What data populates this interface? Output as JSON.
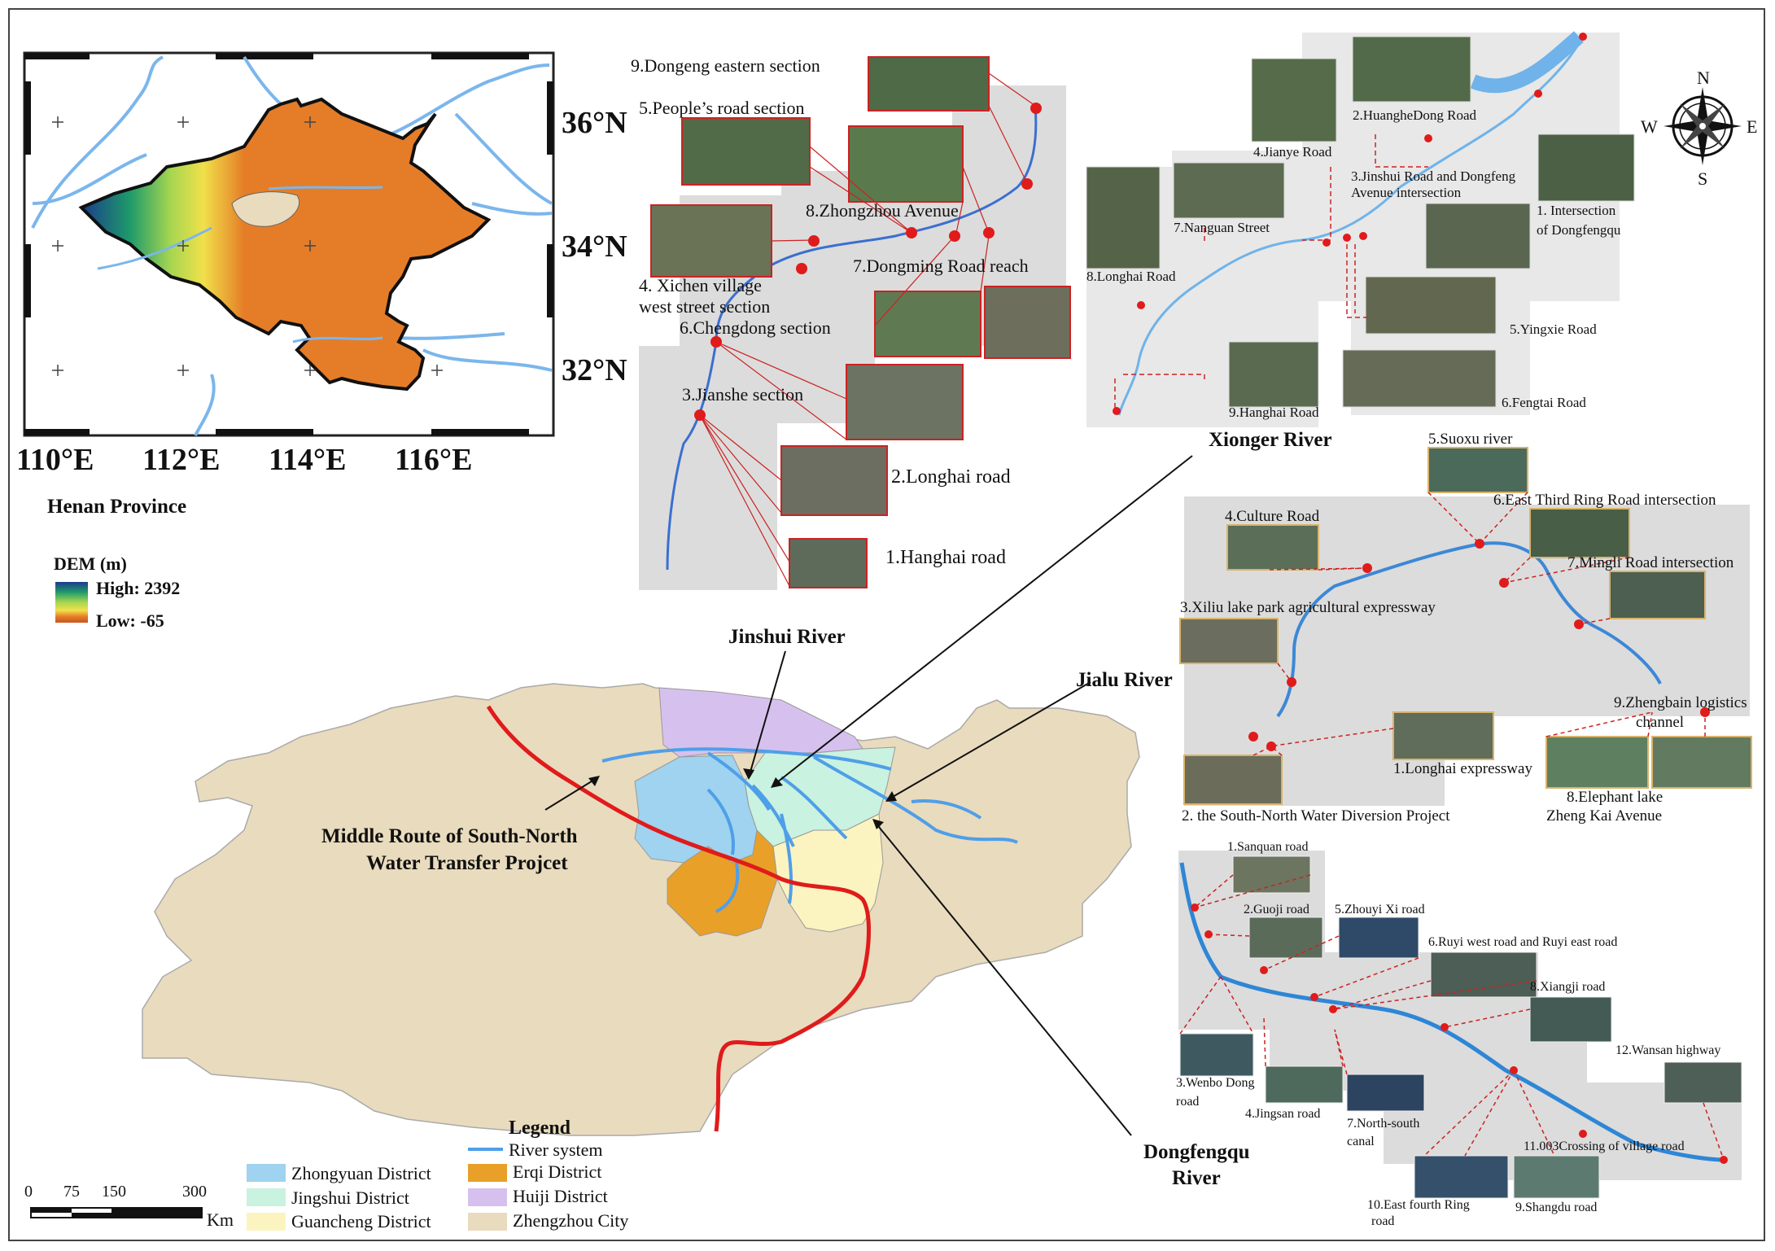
{
  "overview_map": {
    "lat_labels": [
      "36°N",
      "34°N",
      "32°N"
    ],
    "lon_labels": [
      "110°E",
      "112°E",
      "114°E",
      "116°E"
    ],
    "province_label": "Henan Province",
    "dem": {
      "title": "DEM (m)",
      "high": "High: 2392",
      "low": "Low: -65",
      "colors": [
        "#1a3c8c",
        "#1f9a6a",
        "#a7d651",
        "#f1e04a",
        "#e57d28",
        "#c9541c"
      ]
    }
  },
  "main_map": {
    "river_labels": {
      "jinshui": "Jinshui River",
      "jialu": "Jialu River",
      "middle_route": "Middle Route of South-North Water Transfer Projcet",
      "middle_route_line1": "Middle Route of South-North",
      "middle_route_line2": "Water Transfer Projcet",
      "xionger": "Xionger River",
      "dongfengqu": "Dongfengqu",
      "dongfengqu_line2": "River"
    },
    "colors": {
      "zhengzhou": "#e9dbbd",
      "zhongyuan": "#9fd3ef",
      "jingshui": "#c9f2e0",
      "guancheng": "#fbf4c0",
      "erqi": "#e8a028",
      "huiji": "#d6c1ee",
      "river": "#4f9fe8",
      "canal": "#e01b1b"
    }
  },
  "legend": {
    "title": "Legend",
    "river_system": "River system",
    "items": [
      {
        "label": "Zhongyuan District",
        "color": "#9fd3ef"
      },
      {
        "label": "Erqi District",
        "color": "#e8a028"
      },
      {
        "label": "Jingshui District",
        "color": "#c9f2e0"
      },
      {
        "label": "Huiji District",
        "color": "#d6c1ee"
      },
      {
        "label": "Guancheng District",
        "color": "#fbf4c0"
      },
      {
        "label": "Zhengzhou City",
        "color": "#e9dbbd"
      }
    ]
  },
  "scale_bar": {
    "ticks": [
      "0",
      "75",
      "150",
      "300"
    ],
    "unit": "Km"
  },
  "compass": {
    "n": "N",
    "s": "S",
    "e": "E",
    "w": "W"
  },
  "jinshui_panel": {
    "sites": [
      "9.Dongeng eastern section",
      "5.People’s road section",
      "8.Zhongzhou Avenue",
      "7.Dongming Road reach",
      "4. Xichen village",
      "west street section",
      "6.Chengdong section",
      "3.Jianshe section",
      "2.Longhai road",
      "1.Hanghai road"
    ]
  },
  "xionger_panel": {
    "sites": [
      "2.HuangheDong Road",
      "4.Jianye Road",
      "3.Jinshui Road and Dongfeng",
      "Avenue intersection",
      "1. Intersection",
      "of Dongfengqu",
      "7.Nanguan Street",
      "8.Longhai Road",
      "5.Yingxie Road",
      "9.Hanghai Road",
      "6.Fengtai Road"
    ]
  },
  "jialu_panel": {
    "sites": [
      "5.Suoxu river",
      "6.East Third Ring Road intersection",
      "4.Culture Road",
      "7.Mingli Road intersection",
      "3.Xiliu lake park agricultural expressway",
      "9.Zhengbain logistics",
      "channel",
      "1.Longhai expressway",
      "8.Elephant lake",
      "Zheng Kai Avenue",
      "2. the South-North Water Diversion Project"
    ]
  },
  "dongfengqu_panel": {
    "sites": [
      "1.Sanquan road",
      "2.Guoji road",
      "5.Zhouyi Xi road",
      "6.Ruyi west road and Ruyi east road",
      "8.Xiangji road",
      "3.Wenbo Dong",
      "road",
      "4.Jingsan road",
      "7.North-south",
      "canal",
      "12.Wansan highway",
      "11.003Crossing of village road",
      "10.East fourth Ring",
      "road",
      "9.Shangdu road"
    ]
  }
}
